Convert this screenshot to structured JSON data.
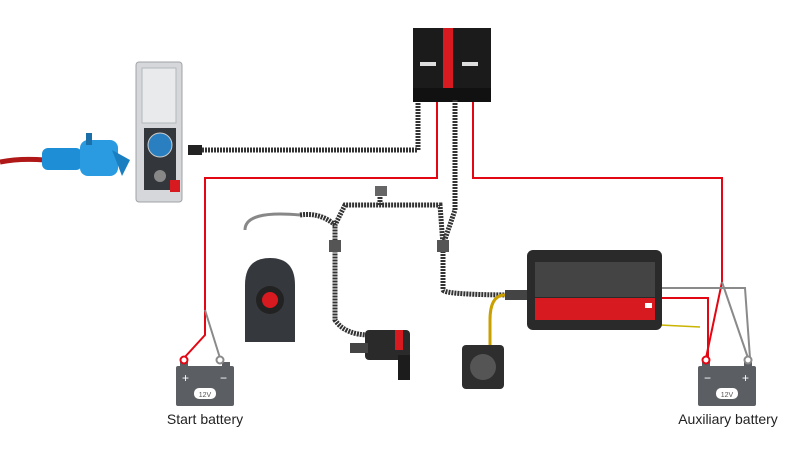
{
  "batteries": {
    "start": {
      "label": "Start battery",
      "voltage": "12V"
    },
    "auxiliary": {
      "label": "Auxiliary battery",
      "voltage": "12V"
    }
  },
  "colors": {
    "positive_wire": "#e30613",
    "negative_wire": "#8a8a8a",
    "battery": "#5b5e63",
    "device_body": "#2b2b2b",
    "accent_red": "#d71920",
    "plug_blue": "#1e8fd6"
  }
}
